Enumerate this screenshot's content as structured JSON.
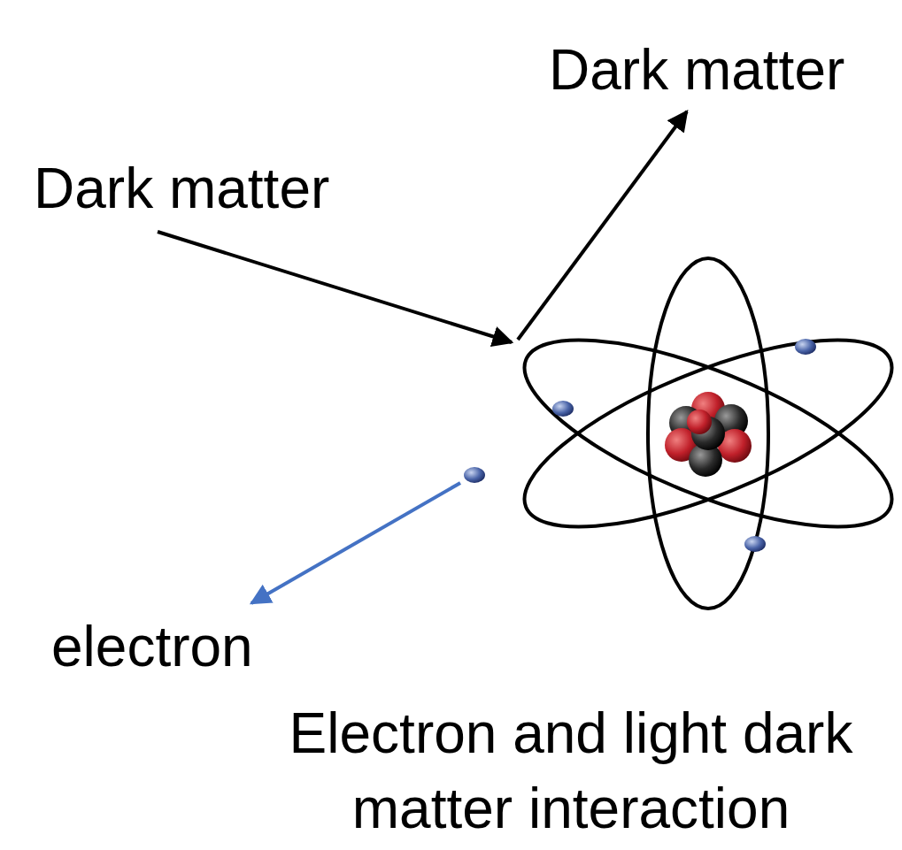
{
  "diagram": {
    "caption": "Electron and light dark matter interaction",
    "labels": [
      "Dark matter",
      "Dark matter",
      "electron"
    ]
  }
}
